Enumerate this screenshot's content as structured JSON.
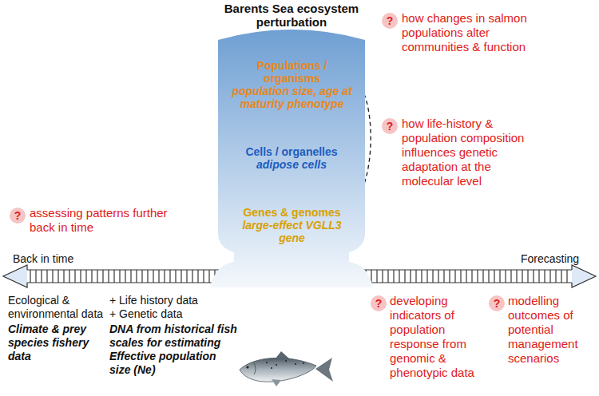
{
  "diagram": {
    "nodes": [
      {
        "text": [
          "Barents Sea ecosystem perturbation"
        ]
      },
      {
        "text": [
          "Populations / organisms",
          "population size, age at maturity phenotype"
        ],
        "in": 0
      },
      {
        "text": [
          "Cells / organelles",
          "adipose cells"
        ],
        "in": 0
      },
      {
        "text": [
          "Genes & genomes",
          "large-effect VGLL3 gene"
        ],
        "in": 0
      }
    ],
    "edges": [
      {
        "from": 3,
        "to": 2,
        "arrow": "to"
      },
      {
        "from": 2,
        "to": 1,
        "arrow": "to"
      },
      {
        "from": 1,
        "to": 3,
        "arrow": "to"
      },
      {
        "from": 2,
        "to": 3,
        "arrow": "to"
      }
    ],
    "labels": [
      "?",
      "how changes in salmon populations alter communities & function",
      "?",
      "how life-history & population composition influences genetic adaptation at the molecular level",
      "?",
      "assessing patterns further back in time",
      "Back in time",
      "Forecasting",
      "Ecological & environmental data",
      "Climate & prey species fishery data",
      "+ Life history data",
      "+ Genetic data",
      "DNA from historical fish scales for estimating Effective population size (Ne)",
      "?",
      "developing indicators of population response from genomic & phenotypic data",
      "?",
      "modelling outcomes of potential management scenarios"
    ]
  }
}
